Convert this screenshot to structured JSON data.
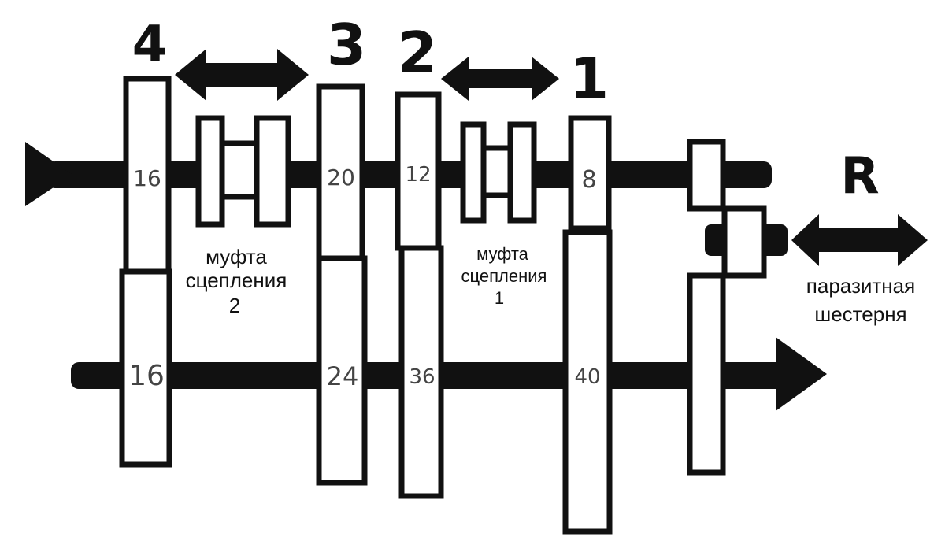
{
  "gears": {
    "g4": "4",
    "g3": "3",
    "g2": "2",
    "g1": "1",
    "reverse": "R"
  },
  "teeth": {
    "top_g4": "16",
    "top_g3": "20",
    "top_g2": "12",
    "top_g1": "8",
    "bottom_g4": "16",
    "bottom_g3": "24",
    "bottom_g2": "36",
    "bottom_g1": "40"
  },
  "clutch2": {
    "line1": "муфта",
    "line2": "сцепления",
    "line3": "2"
  },
  "clutch1": {
    "line1": "муфта",
    "line2": "сцепления",
    "line3": "1"
  },
  "idler": {
    "line1": "паразитная",
    "line2": "шестерня"
  },
  "colors": {
    "ink": "#111111",
    "background": "#ffffff",
    "tooth_text": "#444444"
  }
}
